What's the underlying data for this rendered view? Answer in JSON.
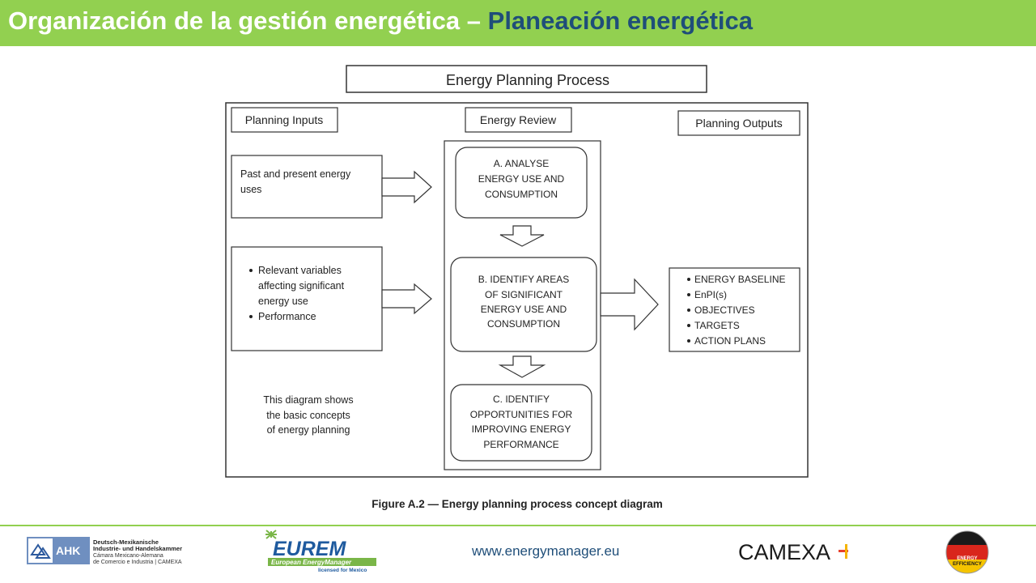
{
  "header": {
    "title_part1": "Organización de la gestión energética –",
    "title_part2": "Planeación energética"
  },
  "diagram": {
    "title": "Energy Planning Process",
    "columns": {
      "inputs": "Planning Inputs",
      "review": "Energy Review",
      "outputs": "Planning Outputs"
    },
    "inputs": {
      "box1": [
        "Past and present energy",
        "uses"
      ],
      "box2": [
        "Relevant variables",
        "affecting significant",
        "energy use",
        "Performance"
      ]
    },
    "review": {
      "a": [
        "A. ANALYSE",
        "ENERGY USE AND",
        "CONSUMPTION"
      ],
      "b": [
        "B. IDENTIFY AREAS",
        "OF SIGNIFICANT",
        "ENERGY USE AND",
        "CONSUMPTION"
      ],
      "c": [
        "C. IDENTIFY",
        "OPPORTUNITIES FOR",
        "IMPROVING ENERGY",
        "PERFORMANCE"
      ]
    },
    "outputs": [
      "ENERGY BASELINE",
      "EnPI(s)",
      "OBJECTIVES",
      "TARGETS",
      "ACTION PLANS"
    ],
    "note": [
      "This diagram  shows",
      "the basic concepts",
      "of energy planning"
    ],
    "caption": "Figure A.2 — Energy planning process concept diagram"
  },
  "footer": {
    "url": "www.energymanager.eu",
    "ahk": {
      "badge": "AHK",
      "lines": [
        "Deutsch-Mexikanische",
        "Industrie- und Handelskammer",
        "Cámara Mexicano-Alemana",
        "de Comercio e Industria | CAMEXA"
      ]
    },
    "eurem": {
      "name": "EUREM",
      "sub": "European EnergyManager",
      "licensed": "licensed for Mexico"
    },
    "camexa": "CAMEXA",
    "energy_efficiency": [
      "ENERGY",
      "EFFICIENCY"
    ]
  }
}
